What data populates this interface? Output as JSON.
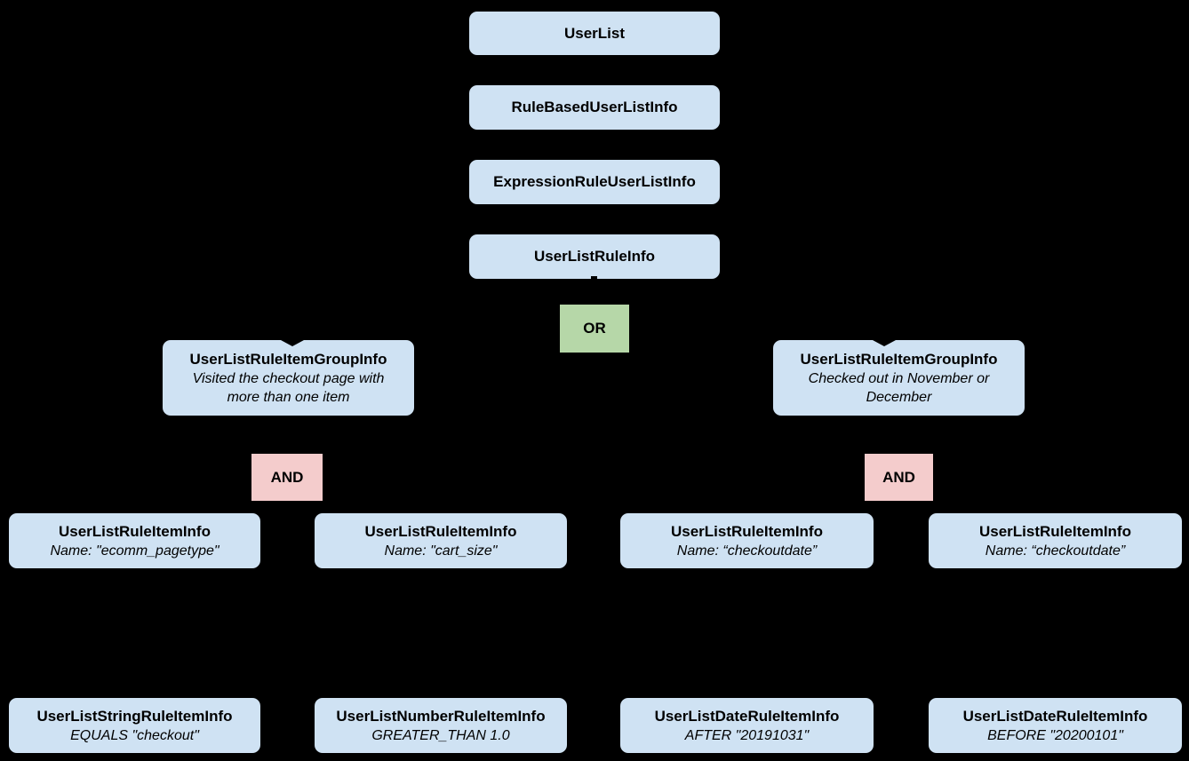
{
  "colors": {
    "background": "#000000",
    "node_fill": "#cfe2f3",
    "or_fill": "#b6d7a8",
    "and_fill": "#f4cccc",
    "text": "#000000"
  },
  "hierarchy": {
    "chain": [
      {
        "label": "UserList"
      },
      {
        "label": "RuleBasedUserListInfo"
      },
      {
        "label": "ExpressionRuleUserListInfo"
      },
      {
        "label": "UserListRuleInfo"
      }
    ],
    "or_operator": {
      "label": "OR"
    },
    "and_operators": [
      {
        "label": "AND"
      },
      {
        "label": "AND"
      }
    ],
    "groups": [
      {
        "title": "UserListRuleItemGroupInfo",
        "description": "Visited the checkout page with more than one item"
      },
      {
        "title": "UserListRuleItemGroupInfo",
        "description": "Checked out in November or December"
      }
    ],
    "rule_items": [
      {
        "title": "UserListRuleItemInfo",
        "subtitle": "Name: \"ecomm_pagetype\""
      },
      {
        "title": "UserListRuleItemInfo",
        "subtitle": "Name: \"cart_size\""
      },
      {
        "title": "UserListRuleItemInfo",
        "subtitle": "Name: “checkoutdate”"
      },
      {
        "title": "UserListRuleItemInfo",
        "subtitle": "Name: “checkoutdate”"
      }
    ],
    "leaf_items": [
      {
        "title": "UserListStringRuleItemInfo",
        "subtitle": "EQUALS \"checkout\""
      },
      {
        "title": "UserListNumberRuleItemInfo",
        "subtitle": "GREATER_THAN 1.0"
      },
      {
        "title": "UserListDateRuleItemInfo",
        "subtitle": "AFTER \"20191031\""
      },
      {
        "title": "UserListDateRuleItemInfo",
        "subtitle": "BEFORE \"20200101\""
      }
    ]
  }
}
